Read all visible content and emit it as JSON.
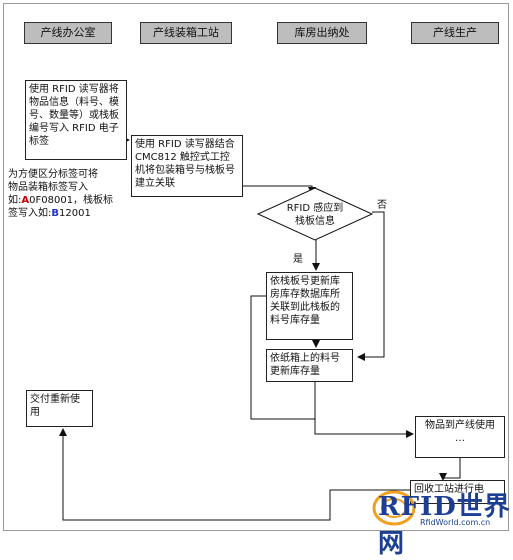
{
  "lanes": [
    "产线办公室",
    "产线装箱工站",
    "库房出纳处",
    "产线生产"
  ],
  "boxes": {
    "rfid_write": "使用 RFID 读写器将物品信息（料号、模号、数量等）或栈板编号写入 RFID 电子标签",
    "bind": "使用 RFID 读写器结合CMC812 触控式工控机将包装箱号与栈板号建立关联",
    "decision": "RFID 感应到栈板信息",
    "update_by_pallet": "依栈板号更新库房库存数据库所关联到此栈板的料号库存量",
    "update_by_box": "依纸箱上的料号更新库存量",
    "delivery": "交付重新使用",
    "to_line": "物品到产线使用",
    "ellipsis": "…",
    "recycle": "回收工站进行电"
  },
  "note": {
    "line1": "为方便区分标签可将",
    "line2": "物品装箱标签写入",
    "line3_prefix": "如:",
    "line3_hl": "A",
    "line3_rest": "0F08001，栈板标",
    "line4_prefix": "签写入如:",
    "line4_hl": "B",
    "line4_rest": "12001"
  },
  "labels": {
    "yes": "是",
    "no": "否"
  },
  "logo": {
    "main": "RFID世界网",
    "sub": "RfidWorld.com.cn"
  },
  "colors": {
    "lane_fill": "#bdbdbd",
    "logo": "#1c3f94",
    "note_hl_a": "#cc0000",
    "note_hl_b": "#2233cc"
  }
}
